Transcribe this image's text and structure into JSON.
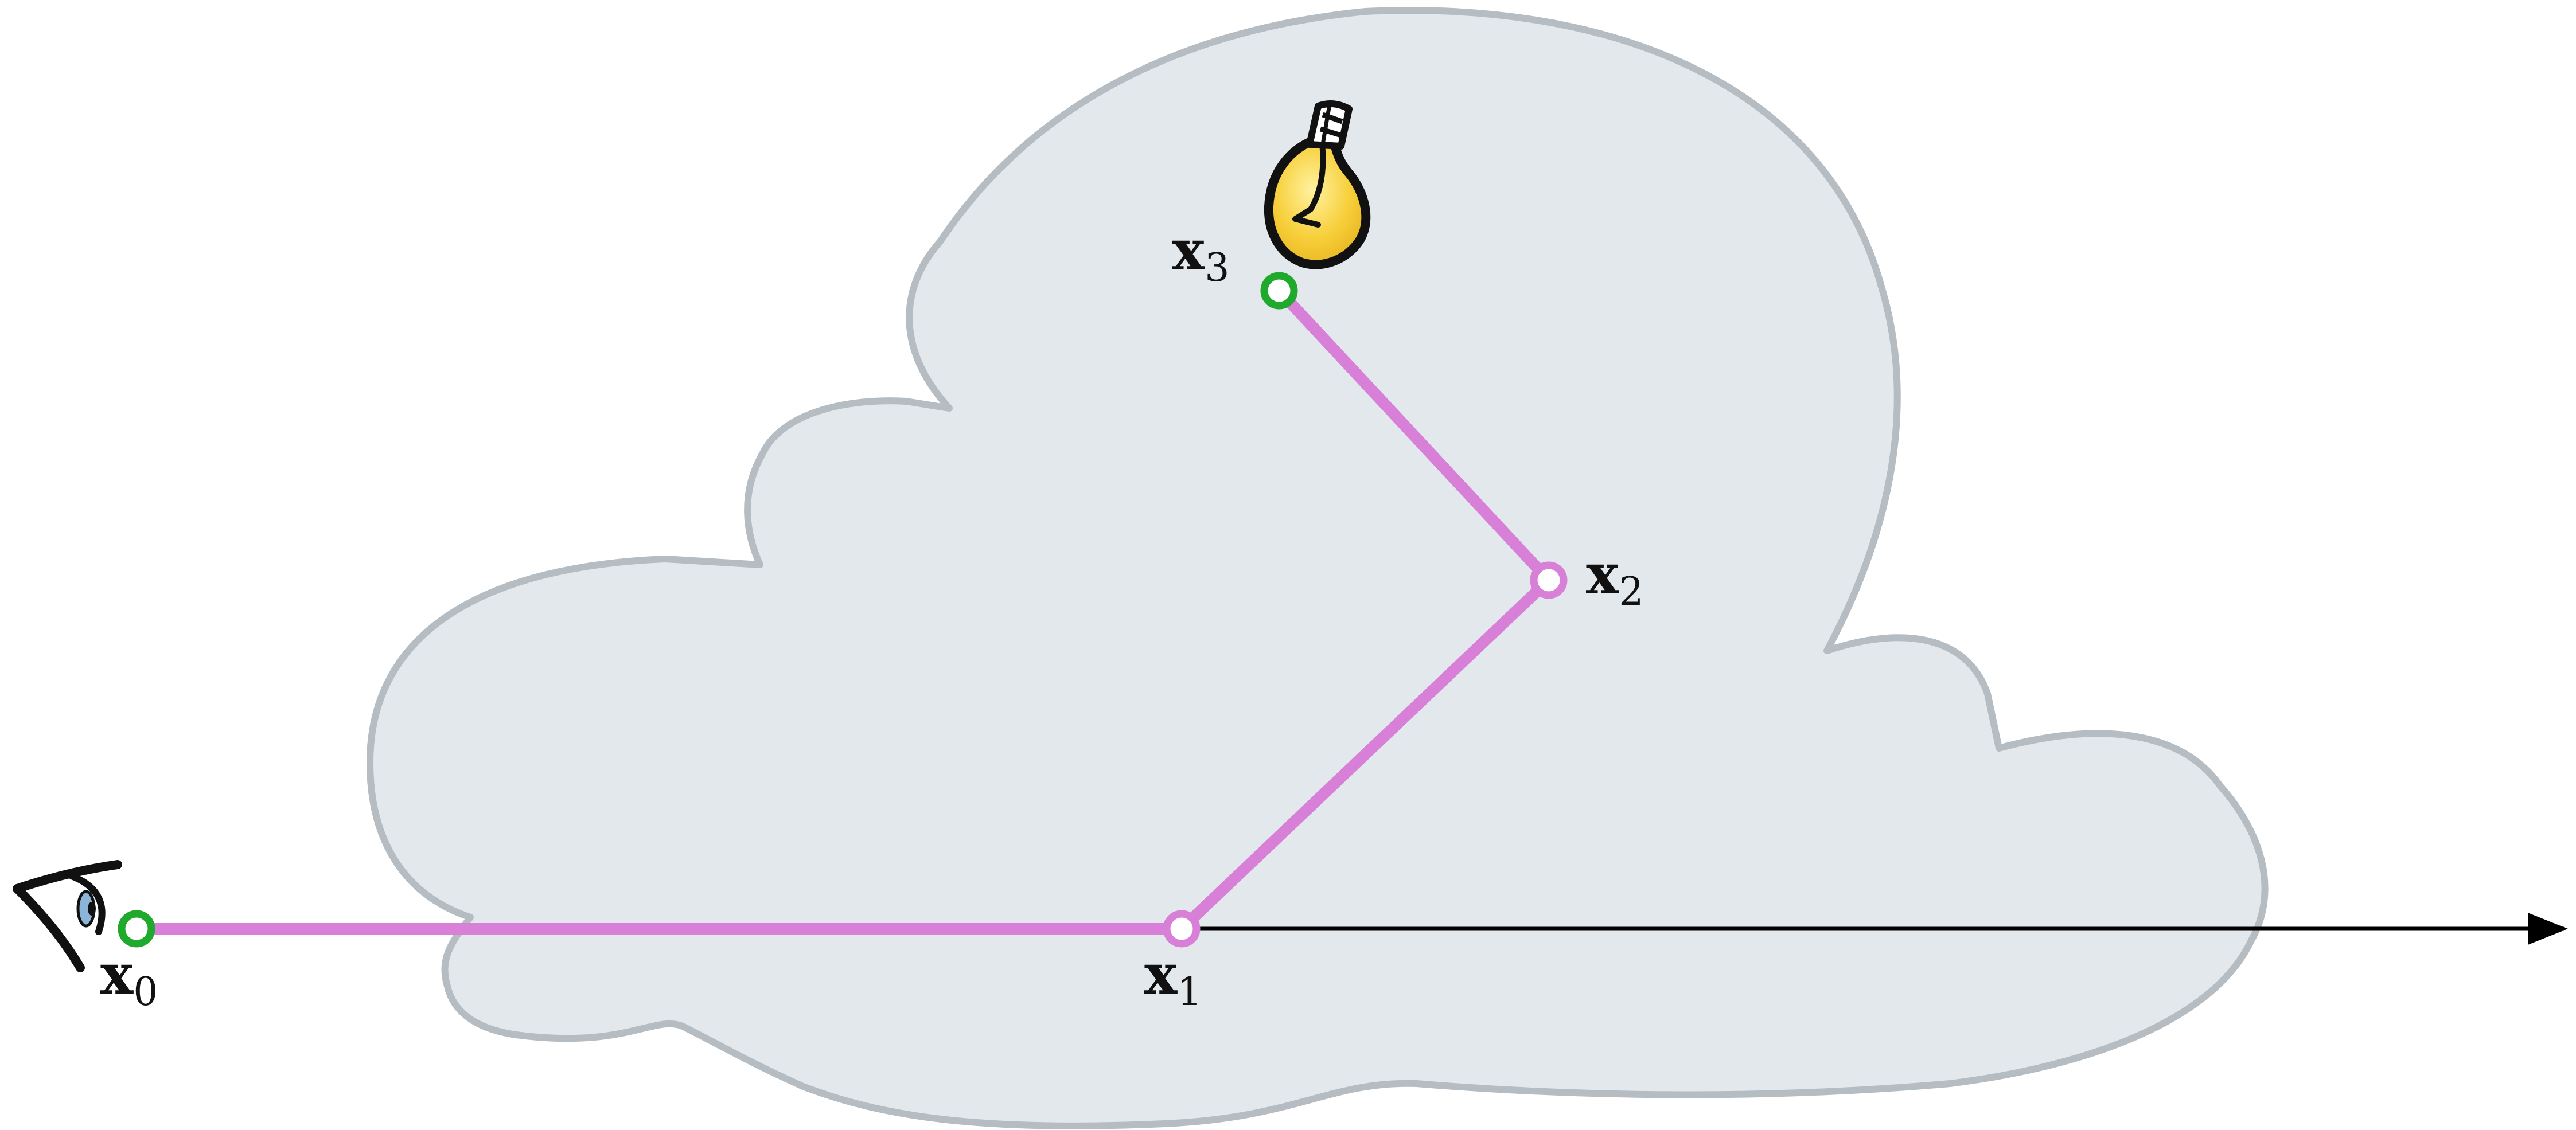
{
  "colors": {
    "background": "#ffffff",
    "medium_fill": "#e3e8ec",
    "medium_stroke": "#b5bcc2",
    "path": "#d87fd8",
    "endpoint_ring": "#1faa2d",
    "vertex_ring": "#d87fd8",
    "ray_arrow": "#000000",
    "bulb_yellow": "#f7cf3a",
    "eye_iris": "#8ab4d8"
  },
  "icons": {
    "camera": "eye-icon",
    "light": "light-bulb-icon"
  },
  "labels": {
    "x0": {
      "base": "x",
      "sub": "0"
    },
    "x1": {
      "base": "x",
      "sub": "1"
    },
    "x2": {
      "base": "x",
      "sub": "2"
    },
    "x3": {
      "base": "x",
      "sub": "3"
    }
  }
}
